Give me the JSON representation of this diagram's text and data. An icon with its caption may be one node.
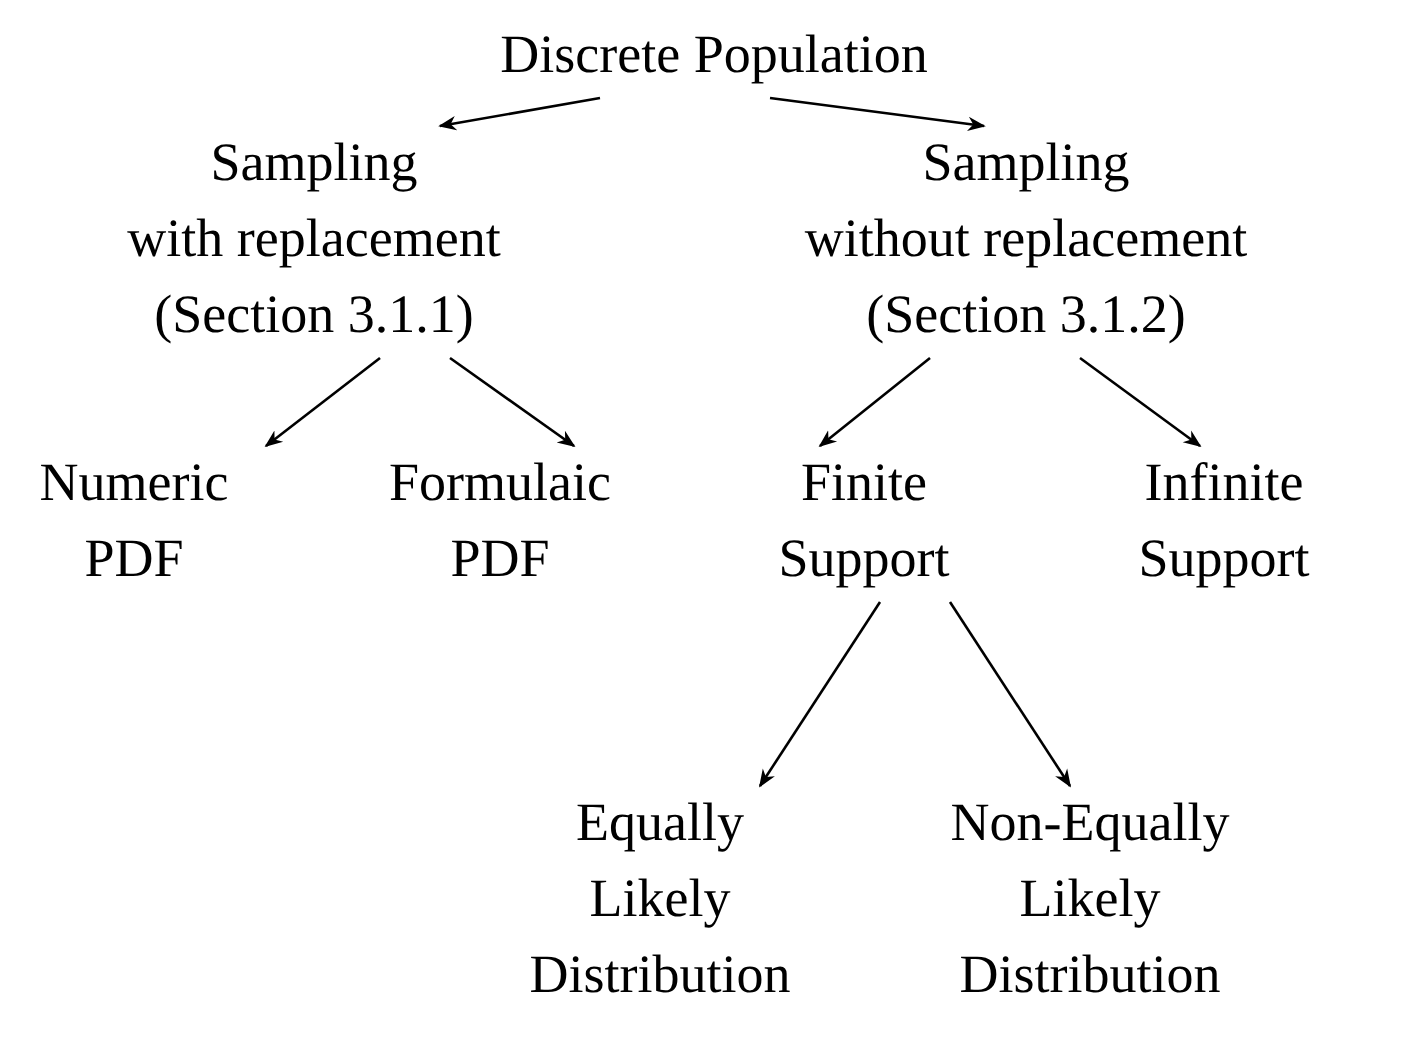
{
  "diagram": {
    "nodes": [
      {
        "text": [
          "Discrete Population"
        ]
      },
      {
        "text": [
          "Sampling with replacement (Section 3.1.1)"
        ]
      },
      {
        "text": [
          "Sampling without replacement (Section 3.1.2)"
        ]
      },
      {
        "text": [
          "Numeric PDF"
        ]
      },
      {
        "text": [
          "Formulaic PDF"
        ]
      },
      {
        "text": [
          "Finite Support"
        ]
      },
      {
        "text": [
          "Infinite Support"
        ]
      },
      {
        "text": [
          "Equally Likely Distribution"
        ]
      },
      {
        "text": [
          "Non-Equally Likely Distribution"
        ]
      }
    ],
    "edges": [
      {
        "from": 0,
        "to": 1,
        "arrow": "to"
      },
      {
        "from": 0,
        "to": 2,
        "arrow": "to"
      },
      {
        "from": 1,
        "to": 3,
        "arrow": "to"
      },
      {
        "from": 1,
        "to": 4,
        "arrow": "to"
      },
      {
        "from": 2,
        "to": 5,
        "arrow": "to"
      },
      {
        "from": 2,
        "to": 6,
        "arrow": "to"
      },
      {
        "from": 5,
        "to": 7,
        "arrow": "to"
      },
      {
        "from": 5,
        "to": 8,
        "arrow": "to"
      }
    ]
  }
}
